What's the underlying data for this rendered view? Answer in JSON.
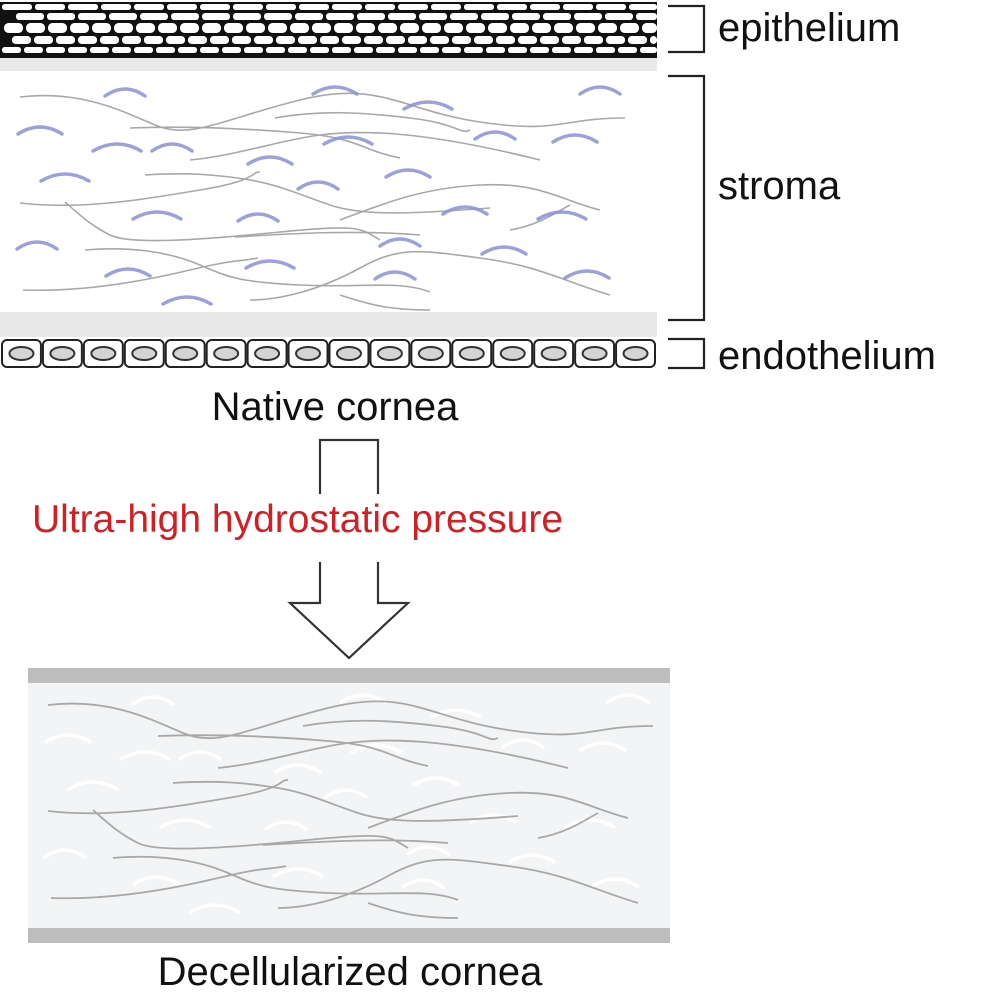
{
  "native": {
    "caption": "Native cornea",
    "layers": {
      "epithelium": "epithelium",
      "stroma": "stroma",
      "endothelium": "endothelium"
    },
    "endothelial_cell_count": 16
  },
  "process": {
    "label": "Ultra-high hydrostatic pressure"
  },
  "decellularized": {
    "caption": "Decellularized cornea"
  },
  "colors": {
    "outline": "#222222",
    "fiber": "#a8a8a8",
    "keratocyte": "#8b8fd6",
    "membrane_light": "#e6e6e6",
    "membrane_dark": "#bdbdbd",
    "decell_bg": "#f3f4f5",
    "process_text": "#d21f24"
  }
}
